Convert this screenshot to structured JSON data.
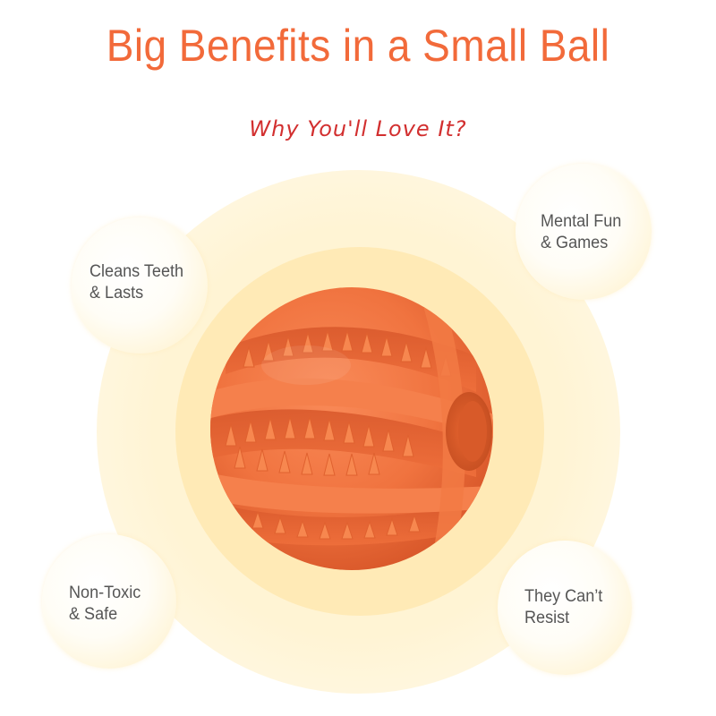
{
  "header": {
    "title": "Big Benefits in a Small Ball",
    "subtitle": "Why You'll Love It?"
  },
  "colors": {
    "title": "#f26a3a",
    "subtitle": "#d22f2f",
    "ball": "#f0733f",
    "glow": "#ffeab6",
    "bubble_text": "#555555"
  },
  "product": {
    "image": "orange-rubber-dental-ball-icon"
  },
  "benefits": [
    {
      "line1": "Cleans Teeth",
      "line2": "& Lasts"
    },
    {
      "line1": "Mental Fun",
      "line2": "& Games"
    },
    {
      "line1": "Non-Toxic",
      "line2": "& Safe"
    },
    {
      "line1": "They Can’t",
      "line2": "Resist"
    }
  ]
}
